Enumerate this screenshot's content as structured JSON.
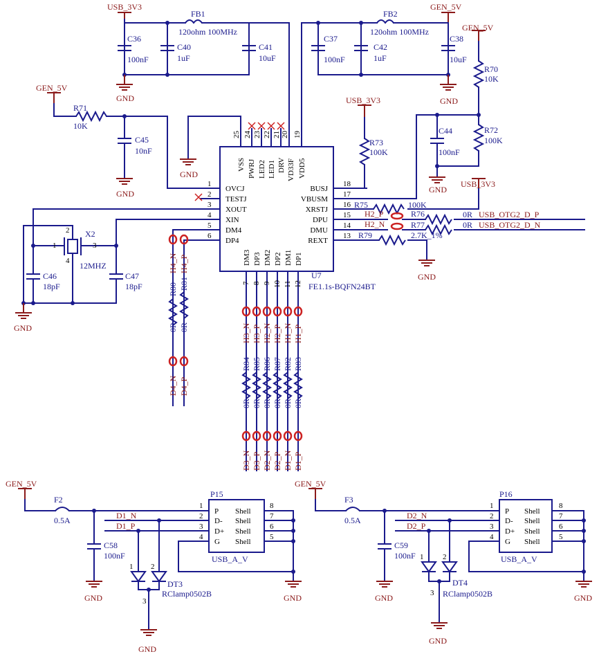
{
  "power": {
    "usb_3v3": "USB_3V3",
    "gen_5v": "GEN_5V",
    "gnd": "GND"
  },
  "parts": {
    "fb1": {
      "ref": "FB1",
      "value": "120ohm 100MHz"
    },
    "fb2": {
      "ref": "FB2",
      "value": "120ohm 100MHz"
    },
    "c36": {
      "ref": "C36",
      "value": "100nF"
    },
    "c40": {
      "ref": "C40",
      "value": "1uF"
    },
    "c41": {
      "ref": "C41",
      "value": "10uF"
    },
    "c37": {
      "ref": "C37",
      "value": "100nF"
    },
    "c42": {
      "ref": "C42",
      "value": "1uF"
    },
    "c38": {
      "ref": "C38",
      "value": "10uF"
    },
    "r70": {
      "ref": "R70",
      "value": "10K"
    },
    "r71": {
      "ref": "R71",
      "value": "10K"
    },
    "c45": {
      "ref": "C45",
      "value": "10nF"
    },
    "r73": {
      "ref": "R73",
      "value": "100K"
    },
    "c44": {
      "ref": "C44",
      "value": "100nF"
    },
    "r72": {
      "ref": "R72",
      "value": "100K"
    },
    "r75": {
      "ref": "R75",
      "value": "100K"
    },
    "r76": {
      "ref": "R76",
      "value": "0R"
    },
    "r77": {
      "ref": "R77",
      "value": "0R"
    },
    "r79": {
      "ref": "R79",
      "value": "2.7K_1%"
    },
    "x2": {
      "ref": "X2",
      "value": "12MHZ"
    },
    "c46": {
      "ref": "C46",
      "value": "18pF"
    },
    "c47": {
      "ref": "C47",
      "value": "18pF"
    },
    "u7": {
      "ref": "U7",
      "value": "FE1.1s-BQFN24BT"
    },
    "r80": {
      "ref": "R80",
      "value": "0R"
    },
    "r81": {
      "ref": "R81",
      "value": "0R"
    },
    "r84": {
      "ref": "R84",
      "value": "0R"
    },
    "r85": {
      "ref": "R85",
      "value": "0R"
    },
    "r86": {
      "ref": "R86",
      "value": "0R"
    },
    "r87": {
      "ref": "R87",
      "value": "0R"
    },
    "r82": {
      "ref": "R82",
      "value": "0R"
    },
    "r83": {
      "ref": "R83",
      "value": "0R"
    },
    "f2": {
      "ref": "F2",
      "value": "0.5A"
    },
    "f3": {
      "ref": "F3",
      "value": "0.5A"
    },
    "c58": {
      "ref": "C58",
      "value": "100nF"
    },
    "c59": {
      "ref": "C59",
      "value": "100nF"
    },
    "p15": {
      "ref": "P15",
      "value": "USB_A_V"
    },
    "p16": {
      "ref": "P16",
      "value": "USB_A_V"
    },
    "dt3": {
      "ref": "DT3",
      "value": "RClamp0502B"
    },
    "dt4": {
      "ref": "DT4",
      "value": "RClamp0502B"
    }
  },
  "u7_pins": {
    "left": [
      {
        "num": "1",
        "name": "OVCJ"
      },
      {
        "num": "2",
        "name": "TESTJ"
      },
      {
        "num": "3",
        "name": "XOUT"
      },
      {
        "num": "4",
        "name": "XIN"
      },
      {
        "num": "5",
        "name": "DM4"
      },
      {
        "num": "6",
        "name": "DP4"
      }
    ],
    "right": [
      {
        "num": "18",
        "name": "BUSJ"
      },
      {
        "num": "17",
        "name": "VBUSM"
      },
      {
        "num": "16",
        "name": "XRSTJ"
      },
      {
        "num": "15",
        "name": "DPU"
      },
      {
        "num": "14",
        "name": "DMU"
      },
      {
        "num": "13",
        "name": "REXT"
      }
    ],
    "top": [
      {
        "num": "25",
        "name": "VSS"
      },
      {
        "num": "24",
        "name": "PWRJ"
      },
      {
        "num": "23",
        "name": "LED2"
      },
      {
        "num": "22",
        "name": "LED1"
      },
      {
        "num": "21",
        "name": "DRV"
      },
      {
        "num": "20",
        "name": "VD33F"
      },
      {
        "num": "19",
        "name": "VDD5"
      }
    ],
    "bottom": [
      {
        "num": "7",
        "name": "DM3"
      },
      {
        "num": "8",
        "name": "DP3"
      },
      {
        "num": "9",
        "name": "DM2"
      },
      {
        "num": "10",
        "name": "DP2"
      },
      {
        "num": "11",
        "name": "DM1"
      },
      {
        "num": "12",
        "name": "DP1"
      }
    ]
  },
  "x2_pins": [
    "1",
    "2",
    "3",
    "4"
  ],
  "usb_pins": {
    "left": [
      {
        "num": "1",
        "name": "P"
      },
      {
        "num": "2",
        "name": "D-"
      },
      {
        "num": "3",
        "name": "D+"
      },
      {
        "num": "4",
        "name": "G"
      }
    ],
    "right": [
      {
        "num": "8",
        "name": "Shell"
      },
      {
        "num": "7",
        "name": "Shell"
      },
      {
        "num": "6",
        "name": "Shell"
      },
      {
        "num": "5",
        "name": "Shell"
      }
    ]
  },
  "tvs_pins": [
    "1",
    "2",
    "3"
  ],
  "nets": {
    "h2_p": "H2_P",
    "h2_n": "H2_N",
    "usb_otg2_d_p": "USB_OTG2_D_P",
    "usb_otg2_d_n": "USB_OTG2_D_N",
    "h4_n": "H4_N",
    "h4_p": "H4_P",
    "d4_n": "D4_N",
    "d4_p": "D4_P",
    "h3_n": "H3_N",
    "h3_p": "H3_P",
    "h2_n_b": "H2_N",
    "h2_p_b": "H2_P",
    "h1_n": "H1_N",
    "h1_p": "H1_P",
    "d3_n": "D3_N",
    "d3_p": "D3_P",
    "d2_n": "D2_N",
    "d2_p": "D2_P",
    "d1_n": "D1_N",
    "d1_p": "D1_P"
  },
  "colors": {
    "wire": "#1a1a8c",
    "power": "#8b1a1a",
    "no_connect": "#cc2222"
  }
}
